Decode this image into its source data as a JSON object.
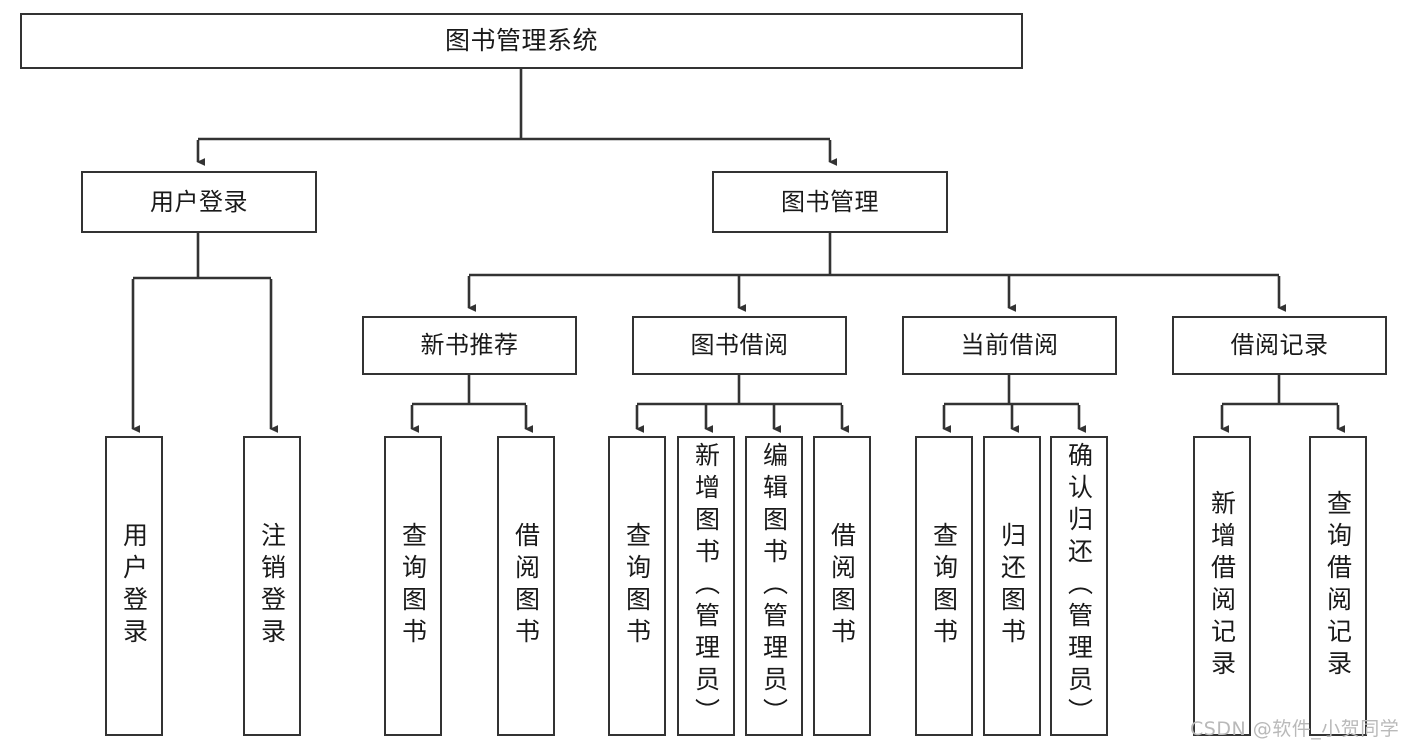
{
  "diagram": {
    "title": "图书管理系统",
    "type": "tree-hierarchy-chart",
    "colors": {
      "box_border": "#333333",
      "box_fill": "#ffffff",
      "edge": "#333333",
      "text": "#1a1a1a",
      "watermark": "#b9b9b9"
    },
    "nodes": {
      "root": {
        "label": "图书管理系统",
        "orientation": "horizontal"
      },
      "level2": [
        {
          "id": "user-login",
          "label": "用户登录",
          "orientation": "horizontal"
        },
        {
          "id": "book-management",
          "label": "图书管理",
          "orientation": "horizontal"
        }
      ],
      "level3": [
        {
          "id": "new-book-recommend",
          "label": "新书推荐",
          "orientation": "horizontal"
        },
        {
          "id": "book-borrow",
          "label": "图书借阅",
          "orientation": "horizontal"
        },
        {
          "id": "current-borrow",
          "label": "当前借阅",
          "orientation": "horizontal"
        },
        {
          "id": "borrow-record",
          "label": "借阅记录",
          "orientation": "horizontal"
        }
      ],
      "leaves": [
        {
          "id": "leaf-user-login",
          "label": "用户登录",
          "parent": "user-login",
          "orientation": "vertical"
        },
        {
          "id": "leaf-logout-login",
          "label": "注销登录",
          "parent": "user-login",
          "orientation": "vertical"
        },
        {
          "id": "leaf-query-book-1",
          "label": "查询图书",
          "parent": "new-book-recommend",
          "orientation": "vertical"
        },
        {
          "id": "leaf-borrow-book-1",
          "label": "借阅图书",
          "parent": "new-book-recommend",
          "orientation": "vertical"
        },
        {
          "id": "leaf-query-book-2",
          "label": "查询图书",
          "parent": "book-borrow",
          "orientation": "vertical"
        },
        {
          "id": "leaf-add-book-admin",
          "label": "新增图书（管理员）",
          "parent": "book-borrow",
          "orientation": "vertical"
        },
        {
          "id": "leaf-edit-book-admin",
          "label": "编辑图书（管理员）",
          "parent": "book-borrow",
          "orientation": "vertical"
        },
        {
          "id": "leaf-borrow-book-2",
          "label": "借阅图书",
          "parent": "book-borrow",
          "orientation": "vertical"
        },
        {
          "id": "leaf-query-book-3",
          "label": "查询图书",
          "parent": "current-borrow",
          "orientation": "vertical"
        },
        {
          "id": "leaf-return-book",
          "label": "归还图书",
          "parent": "current-borrow",
          "orientation": "vertical"
        },
        {
          "id": "leaf-confirm-return-admin",
          "label": "确认归还（管理员）",
          "parent": "current-borrow",
          "orientation": "vertical"
        },
        {
          "id": "leaf-add-borrow-record",
          "label": "新增借阅记录",
          "parent": "borrow-record",
          "orientation": "vertical"
        },
        {
          "id": "leaf-query-borrow-record",
          "label": "查询借阅记录",
          "parent": "borrow-record",
          "orientation": "vertical"
        }
      ]
    },
    "watermark": "CSDN @软件_小贺同学"
  }
}
